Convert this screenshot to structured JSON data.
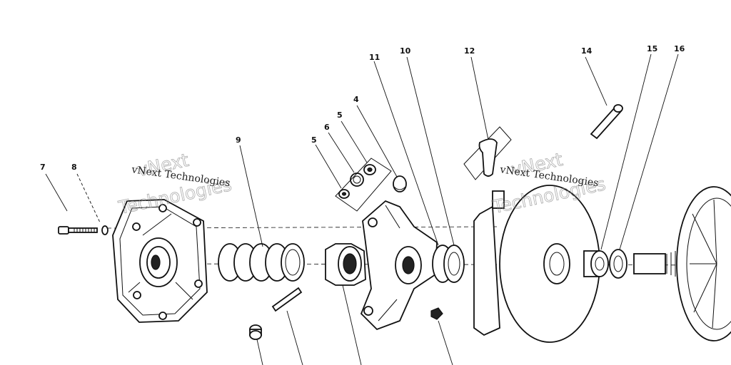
{
  "diagram": {
    "callouts": [
      "7",
      "8",
      "9",
      "5",
      "6",
      "5",
      "4",
      "11",
      "10",
      "12",
      "14",
      "15",
      "16"
    ],
    "watermarks": [
      {
        "line1": "vNext",
        "line2": "Technologies",
        "caption": "vNext Technologies"
      },
      {
        "line1": "vNext",
        "line2": "Technologies",
        "caption": "vNext Technologies"
      }
    ]
  }
}
